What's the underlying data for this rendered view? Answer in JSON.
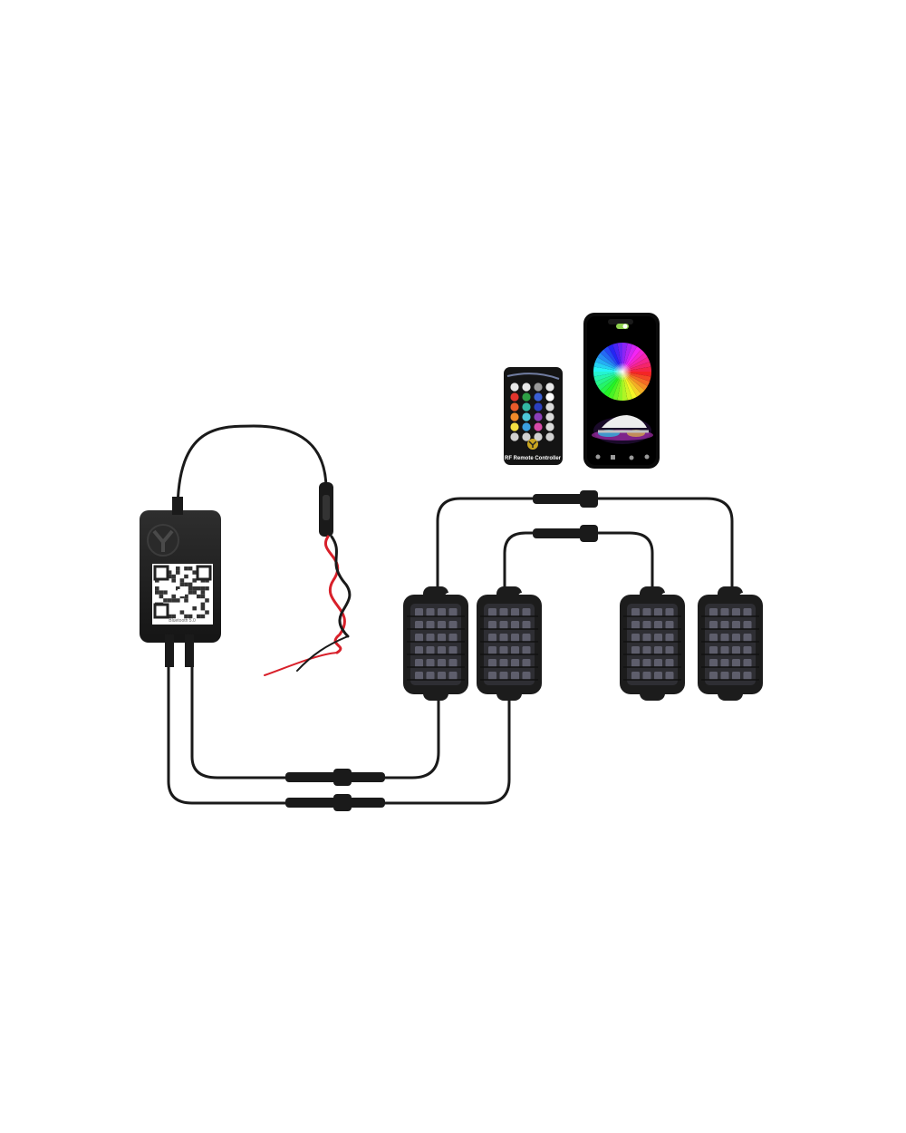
{
  "remote": {
    "caption": "RF Remote Controller",
    "button_colors": [
      "#e8e8e8",
      "#e8e8e8",
      "#9a9a9a",
      "#e8e8e8",
      "#e0342c",
      "#2e9f45",
      "#3b5fd4",
      "#ffffff",
      "#e85a2a",
      "#33b8a2",
      "#2b3fbf",
      "#d9d9d9",
      "#f08a2a",
      "#4dc7d8",
      "#8b3fb8",
      "#d9d9d9",
      "#f4e042",
      "#3aa0e0",
      "#d64aa8",
      "#d9d9d9",
      "#d0d0d0",
      "#d0d0d0",
      "#d0d0d0",
      "#d0d0d0"
    ]
  },
  "controller": {
    "logo": "y-logo-icon",
    "label_text": "Bluetooth 5.0"
  },
  "colors": {
    "cable": "#1a1a1a",
    "red_wire": "#d8202a",
    "pod_body": "#1c1c1c",
    "led": "#6a6a78"
  },
  "pods": [
    {
      "id": "pod-1"
    },
    {
      "id": "pod-2"
    },
    {
      "id": "pod-3"
    },
    {
      "id": "pod-4"
    }
  ]
}
